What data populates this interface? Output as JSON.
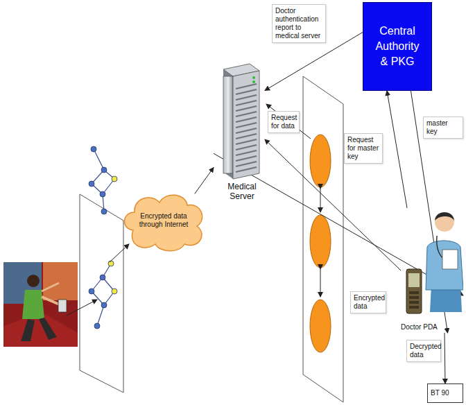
{
  "diagram": {
    "nodes": [
      {
        "text": [
          "Encrypted data through Internet"
        ]
      },
      {
        "text": [
          "Medical Server"
        ]
      },
      {
        "text": [
          "Central Authority & PKG"
        ]
      },
      {
        "text": [
          "Doctor PDA"
        ]
      },
      {
        "text": [
          "BT 90"
        ]
      }
    ],
    "edges": [
      {
        "from": 0,
        "to": 1,
        "arrow": "to"
      },
      {
        "from": 2,
        "to": 1,
        "label": "Doctor authentication report to medical server",
        "arrow": "to"
      },
      {
        "from": 3,
        "to": 1,
        "label": "Request for data",
        "arrow": "to"
      },
      {
        "from": 3,
        "to": 2,
        "label": "Request for master key",
        "arrow": "to"
      },
      {
        "from": 2,
        "to": 3,
        "label": "master key",
        "arrow": "to"
      },
      {
        "from": 1,
        "to": 3,
        "label": "Encrypted data",
        "arrow": "to"
      },
      {
        "from": 3,
        "to": 4,
        "label": "Decrypted data",
        "arrow": "to"
      }
    ]
  }
}
